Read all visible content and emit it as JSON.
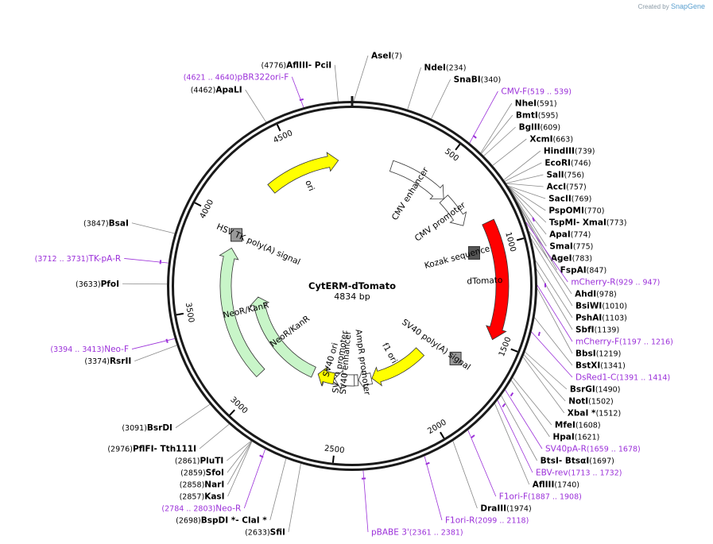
{
  "credit": {
    "prefix": "Created by",
    "brand": "SnapGene"
  },
  "plasmid": {
    "name": "CytERM-dTomato",
    "size": 4834,
    "size_label": "4834 bp"
  },
  "ticks": [
    {
      "bp": 500,
      "label": "500"
    },
    {
      "bp": 1000,
      "label": "1000"
    },
    {
      "bp": 1500,
      "label": "1500"
    },
    {
      "bp": 2000,
      "label": "2000"
    },
    {
      "bp": 2500,
      "label": "2500"
    },
    {
      "bp": 3000,
      "label": "3000"
    },
    {
      "bp": 3500,
      "label": "3500"
    },
    {
      "bp": 4000,
      "label": "4000"
    },
    {
      "bp": 4500,
      "label": "4500"
    }
  ],
  "colors": {
    "backbone": "#1a1a1a",
    "dTomato": "#ff0000",
    "ori": "#ffff00",
    "f1_ori": "#ffff00",
    "sv40_ori": "#ffff00",
    "promoter": "#ffffff",
    "neo": "#c8f5c8",
    "polyA": "#999999",
    "primer_site": "#f0c080",
    "primer_text": "#9b30d9",
    "neo_inner": "#2a8a2a"
  },
  "features": [
    {
      "name": "CMV enhancer",
      "start": 244,
      "end": 623,
      "ring": "mid",
      "type": "promoter"
    },
    {
      "name": "CMV promoter",
      "start": 624,
      "end": 826,
      "ring": "mid",
      "type": "promoter"
    },
    {
      "name": "Kozak sequence",
      "start": 1000,
      "end": 1010,
      "ring": "mid",
      "type": "misc"
    },
    {
      "name": "dTomato",
      "start": 870,
      "end": 1490,
      "ring": "outer",
      "type": "dTomato"
    },
    {
      "name": "SV40 poly(A) signal",
      "start": 1620,
      "end": 1740,
      "ring": "mid",
      "type": "polyA"
    },
    {
      "name": "f1 ori",
      "start": 1800,
      "end": 2255,
      "ring": "inner",
      "type": "ori"
    },
    {
      "name": "AmpR promoter",
      "start": 2260,
      "end": 2365,
      "ring": "inner",
      "type": "promoter"
    },
    {
      "name": "SV40 promoter",
      "start": 2370,
      "end": 2700,
      "ring": "inner",
      "type": "promoter"
    },
    {
      "name": "SV40 enhancer",
      "start": 2400,
      "end": 2560,
      "ring": "inner",
      "type": "promoter"
    },
    {
      "name": "SV40 ori",
      "start": 2565,
      "end": 2700,
      "ring": "inner",
      "type": "ori"
    },
    {
      "name": "NeoR/KanR",
      "start": 2740,
      "end": 3535,
      "ring": "inner",
      "type": "neo"
    },
    {
      "name": "NeoR/KanR",
      "start": 3040,
      "end": 3860,
      "ring": "mid",
      "type": "neo"
    },
    {
      "name": "HSV TK poly(A) signal",
      "start": 3930,
      "end": 3960,
      "ring": "mid",
      "type": "polyA"
    },
    {
      "name": "ori",
      "start": 4300,
      "end": 4750,
      "ring": "mid",
      "type": "ori"
    }
  ],
  "sites": [
    {
      "name": "AseI",
      "pos": "(7)",
      "bp": 7,
      "side": "right"
    },
    {
      "name": "AflIII",
      "extra": "- PciI",
      "pos": "(4776)",
      "bp": 4776,
      "side": "left"
    },
    {
      "name": "pBR322ori-F",
      "pos": "(4621 .. 4640)",
      "bp": 4630,
      "side": "left",
      "primer": true
    },
    {
      "name": "ApaLI",
      "pos": "(4462)",
      "bp": 4462,
      "side": "left"
    },
    {
      "name": "NdeI",
      "pos": "(234)",
      "bp": 234,
      "side": "right"
    },
    {
      "name": "SnaBI",
      "pos": "(340)",
      "bp": 340,
      "side": "right"
    },
    {
      "name": "CMV-F",
      "pos": "(519 .. 539)",
      "bp": 529,
      "side": "right",
      "primer": true
    },
    {
      "name": "NheI",
      "pos": "(591)",
      "bp": 591,
      "side": "right"
    },
    {
      "name": "BmtI",
      "pos": "(595)",
      "bp": 595,
      "side": "right"
    },
    {
      "name": "BglII",
      "pos": "(609)",
      "bp": 609,
      "side": "right"
    },
    {
      "name": "XcmI",
      "pos": "(663)",
      "bp": 663,
      "side": "right"
    },
    {
      "name": "HindIII",
      "pos": "(739)",
      "bp": 739,
      "side": "right"
    },
    {
      "name": "EcoRI",
      "pos": "(746)",
      "bp": 746,
      "side": "right"
    },
    {
      "name": "SalI",
      "pos": "(756)",
      "bp": 756,
      "side": "right"
    },
    {
      "name": "AccI",
      "pos": "(757)",
      "bp": 757,
      "side": "right"
    },
    {
      "name": "SacII",
      "pos": "(769)",
      "bp": 769,
      "side": "right"
    },
    {
      "name": "PspOMI",
      "pos": "(770)",
      "bp": 770,
      "side": "right"
    },
    {
      "name": "TspMI",
      "extra": "- XmaI",
      "pos": "(773)",
      "bp": 773,
      "side": "right"
    },
    {
      "name": "ApaI",
      "pos": "(774)",
      "bp": 774,
      "side": "right"
    },
    {
      "name": "SmaI",
      "pos": "(775)",
      "bp": 775,
      "side": "right"
    },
    {
      "name": "AgeI",
      "pos": "(783)",
      "bp": 783,
      "side": "right"
    },
    {
      "name": "FspAI",
      "pos": "(847)",
      "bp": 847,
      "side": "right"
    },
    {
      "name": "mCherry-R",
      "pos": "(929 .. 947)",
      "bp": 938,
      "side": "right",
      "primer": true
    },
    {
      "name": "AhdI",
      "pos": "(978)",
      "bp": 978,
      "side": "right"
    },
    {
      "name": "BsiWI",
      "pos": "(1010)",
      "bp": 1010,
      "side": "right"
    },
    {
      "name": "PshAI",
      "pos": "(1103)",
      "bp": 1103,
      "side": "right"
    },
    {
      "name": "SbfI",
      "pos": "(1139)",
      "bp": 1139,
      "side": "right"
    },
    {
      "name": "mCherry-F",
      "pos": "(1197 .. 1216)",
      "bp": 1206,
      "side": "right",
      "primer": true
    },
    {
      "name": "BbsI",
      "pos": "(1219)",
      "bp": 1219,
      "side": "right"
    },
    {
      "name": "BstXI",
      "pos": "(1341)",
      "bp": 1341,
      "side": "right"
    },
    {
      "name": "DsRed1-C",
      "pos": "(1391 .. 1414)",
      "bp": 1402,
      "side": "right",
      "primer": true
    },
    {
      "name": "BsrGI",
      "pos": "(1490)",
      "bp": 1490,
      "side": "right"
    },
    {
      "name": "NotI",
      "pos": "(1502)",
      "bp": 1502,
      "side": "right"
    },
    {
      "name": "XbaI *",
      "pos": "(1512)",
      "bp": 1512,
      "side": "right"
    },
    {
      "name": "MfeI",
      "pos": "(1608)",
      "bp": 1608,
      "side": "right"
    },
    {
      "name": "HpaI",
      "pos": "(1621)",
      "bp": 1621,
      "side": "right"
    },
    {
      "name": "SV40pA-R",
      "pos": "(1659 .. 1678)",
      "bp": 1668,
      "side": "right",
      "primer": true
    },
    {
      "name": "BtsI",
      "extra": "- BtsαI",
      "pos": "(1697)",
      "bp": 1697,
      "side": "right"
    },
    {
      "name": "EBV-rev",
      "pos": "(1713 .. 1732)",
      "bp": 1722,
      "side": "right",
      "primer": true
    },
    {
      "name": "AflIII",
      "pos": "(1740)",
      "bp": 1740,
      "side": "right"
    },
    {
      "name": "F1ori-F",
      "pos": "(1887 .. 1908)",
      "bp": 1897,
      "side": "right",
      "primer": true
    },
    {
      "name": "DraIII",
      "pos": "(1974)",
      "bp": 1974,
      "side": "right"
    },
    {
      "name": "F1ori-R",
      "pos": "(2099 .. 2118)",
      "bp": 2108,
      "side": "right",
      "primer": true
    },
    {
      "name": "pBABE 3'",
      "pos": "(2361 .. 2381)",
      "bp": 2371,
      "side": "right",
      "primer": true
    },
    {
      "name": "SfiI",
      "pos": "(2633)",
      "bp": 2633,
      "side": "left"
    },
    {
      "name": "BspDI *",
      "extra": "- ClaI *",
      "pos": "(2698)",
      "bp": 2698,
      "side": "left"
    },
    {
      "name": "Neo-R",
      "pos": "(2784 .. 2803)",
      "bp": 2793,
      "side": "left",
      "primer": true
    },
    {
      "name": "KasI",
      "pos": "(2857)",
      "bp": 2857,
      "side": "left"
    },
    {
      "name": "NarI",
      "pos": "(2858)",
      "bp": 2858,
      "side": "left"
    },
    {
      "name": "SfoI",
      "pos": "(2859)",
      "bp": 2859,
      "side": "left"
    },
    {
      "name": "PluTI",
      "pos": "(2861)",
      "bp": 2861,
      "side": "left"
    },
    {
      "name": "PflFI",
      "extra": "- Tth111I",
      "pos": "(2976)",
      "bp": 2976,
      "side": "left"
    },
    {
      "name": "BsrDI",
      "pos": "(3091)",
      "bp": 3091,
      "side": "left"
    },
    {
      "name": "RsrII",
      "pos": "(3374)",
      "bp": 3374,
      "side": "left"
    },
    {
      "name": "Neo-F",
      "pos": "(3394 .. 3413)",
      "bp": 3403,
      "side": "left",
      "primer": true
    },
    {
      "name": "PfoI",
      "pos": "(3633)",
      "bp": 3633,
      "side": "left"
    },
    {
      "name": "TK-pA-R",
      "pos": "(3712 .. 3731)",
      "bp": 3721,
      "side": "left",
      "primer": true
    },
    {
      "name": "BsaI",
      "pos": "(3847)",
      "bp": 3847,
      "side": "left"
    }
  ]
}
